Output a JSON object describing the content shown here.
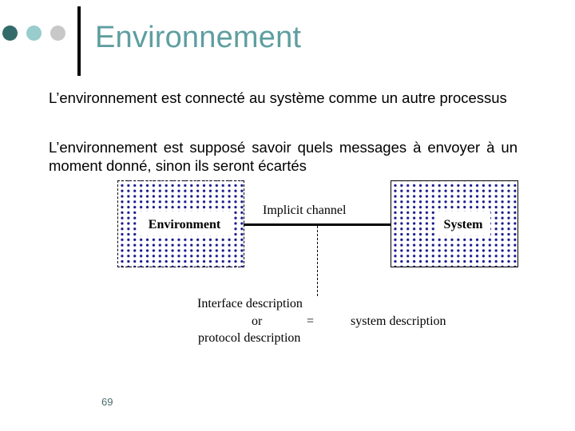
{
  "slide": {
    "title": "Environnement",
    "bullets": [
      "L’environnement est connecté au système comme un autre processus",
      "L’environnement est supposé savoir quels messages à envoyer à un moment donné, sinon ils seront écartés"
    ],
    "page_number": "69"
  },
  "decoration": {
    "dots": [
      {
        "name": "dark-teal",
        "color": "#336b6b"
      },
      {
        "name": "light-teal",
        "color": "#99cccc"
      },
      {
        "name": "grey",
        "color": "#c8c8c8"
      }
    ],
    "title_color": "#5f9ea0"
  },
  "diagram": {
    "environment_box": "Environment",
    "system_box": "System",
    "channel_label": "Implicit channel",
    "interface_line1": "Interface description",
    "interface_or": "or",
    "equals": "=",
    "interface_line2": "protocol description",
    "system_description": "system description",
    "pattern_color": "#1a1a8c"
  }
}
